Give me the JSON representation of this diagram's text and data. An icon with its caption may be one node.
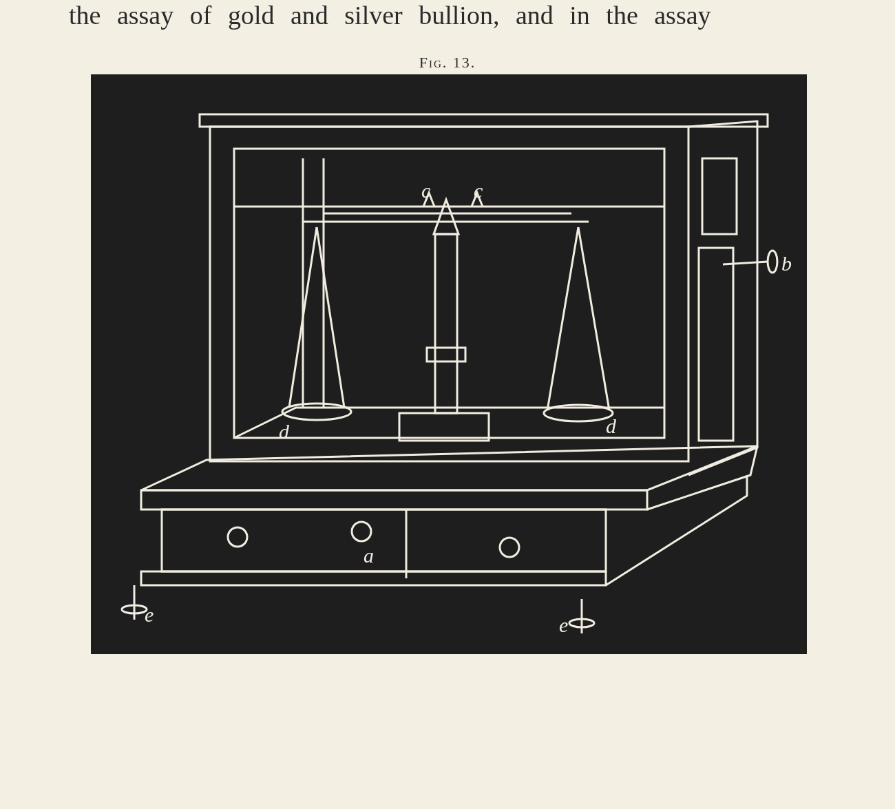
{
  "diagram": {
    "title": "Fig. 13.",
    "labels": [
      "the assay of gold and silver bullion, and in the assay",
      "c",
      "c",
      "b",
      "d",
      "d",
      "a",
      "e",
      "e"
    ]
  }
}
